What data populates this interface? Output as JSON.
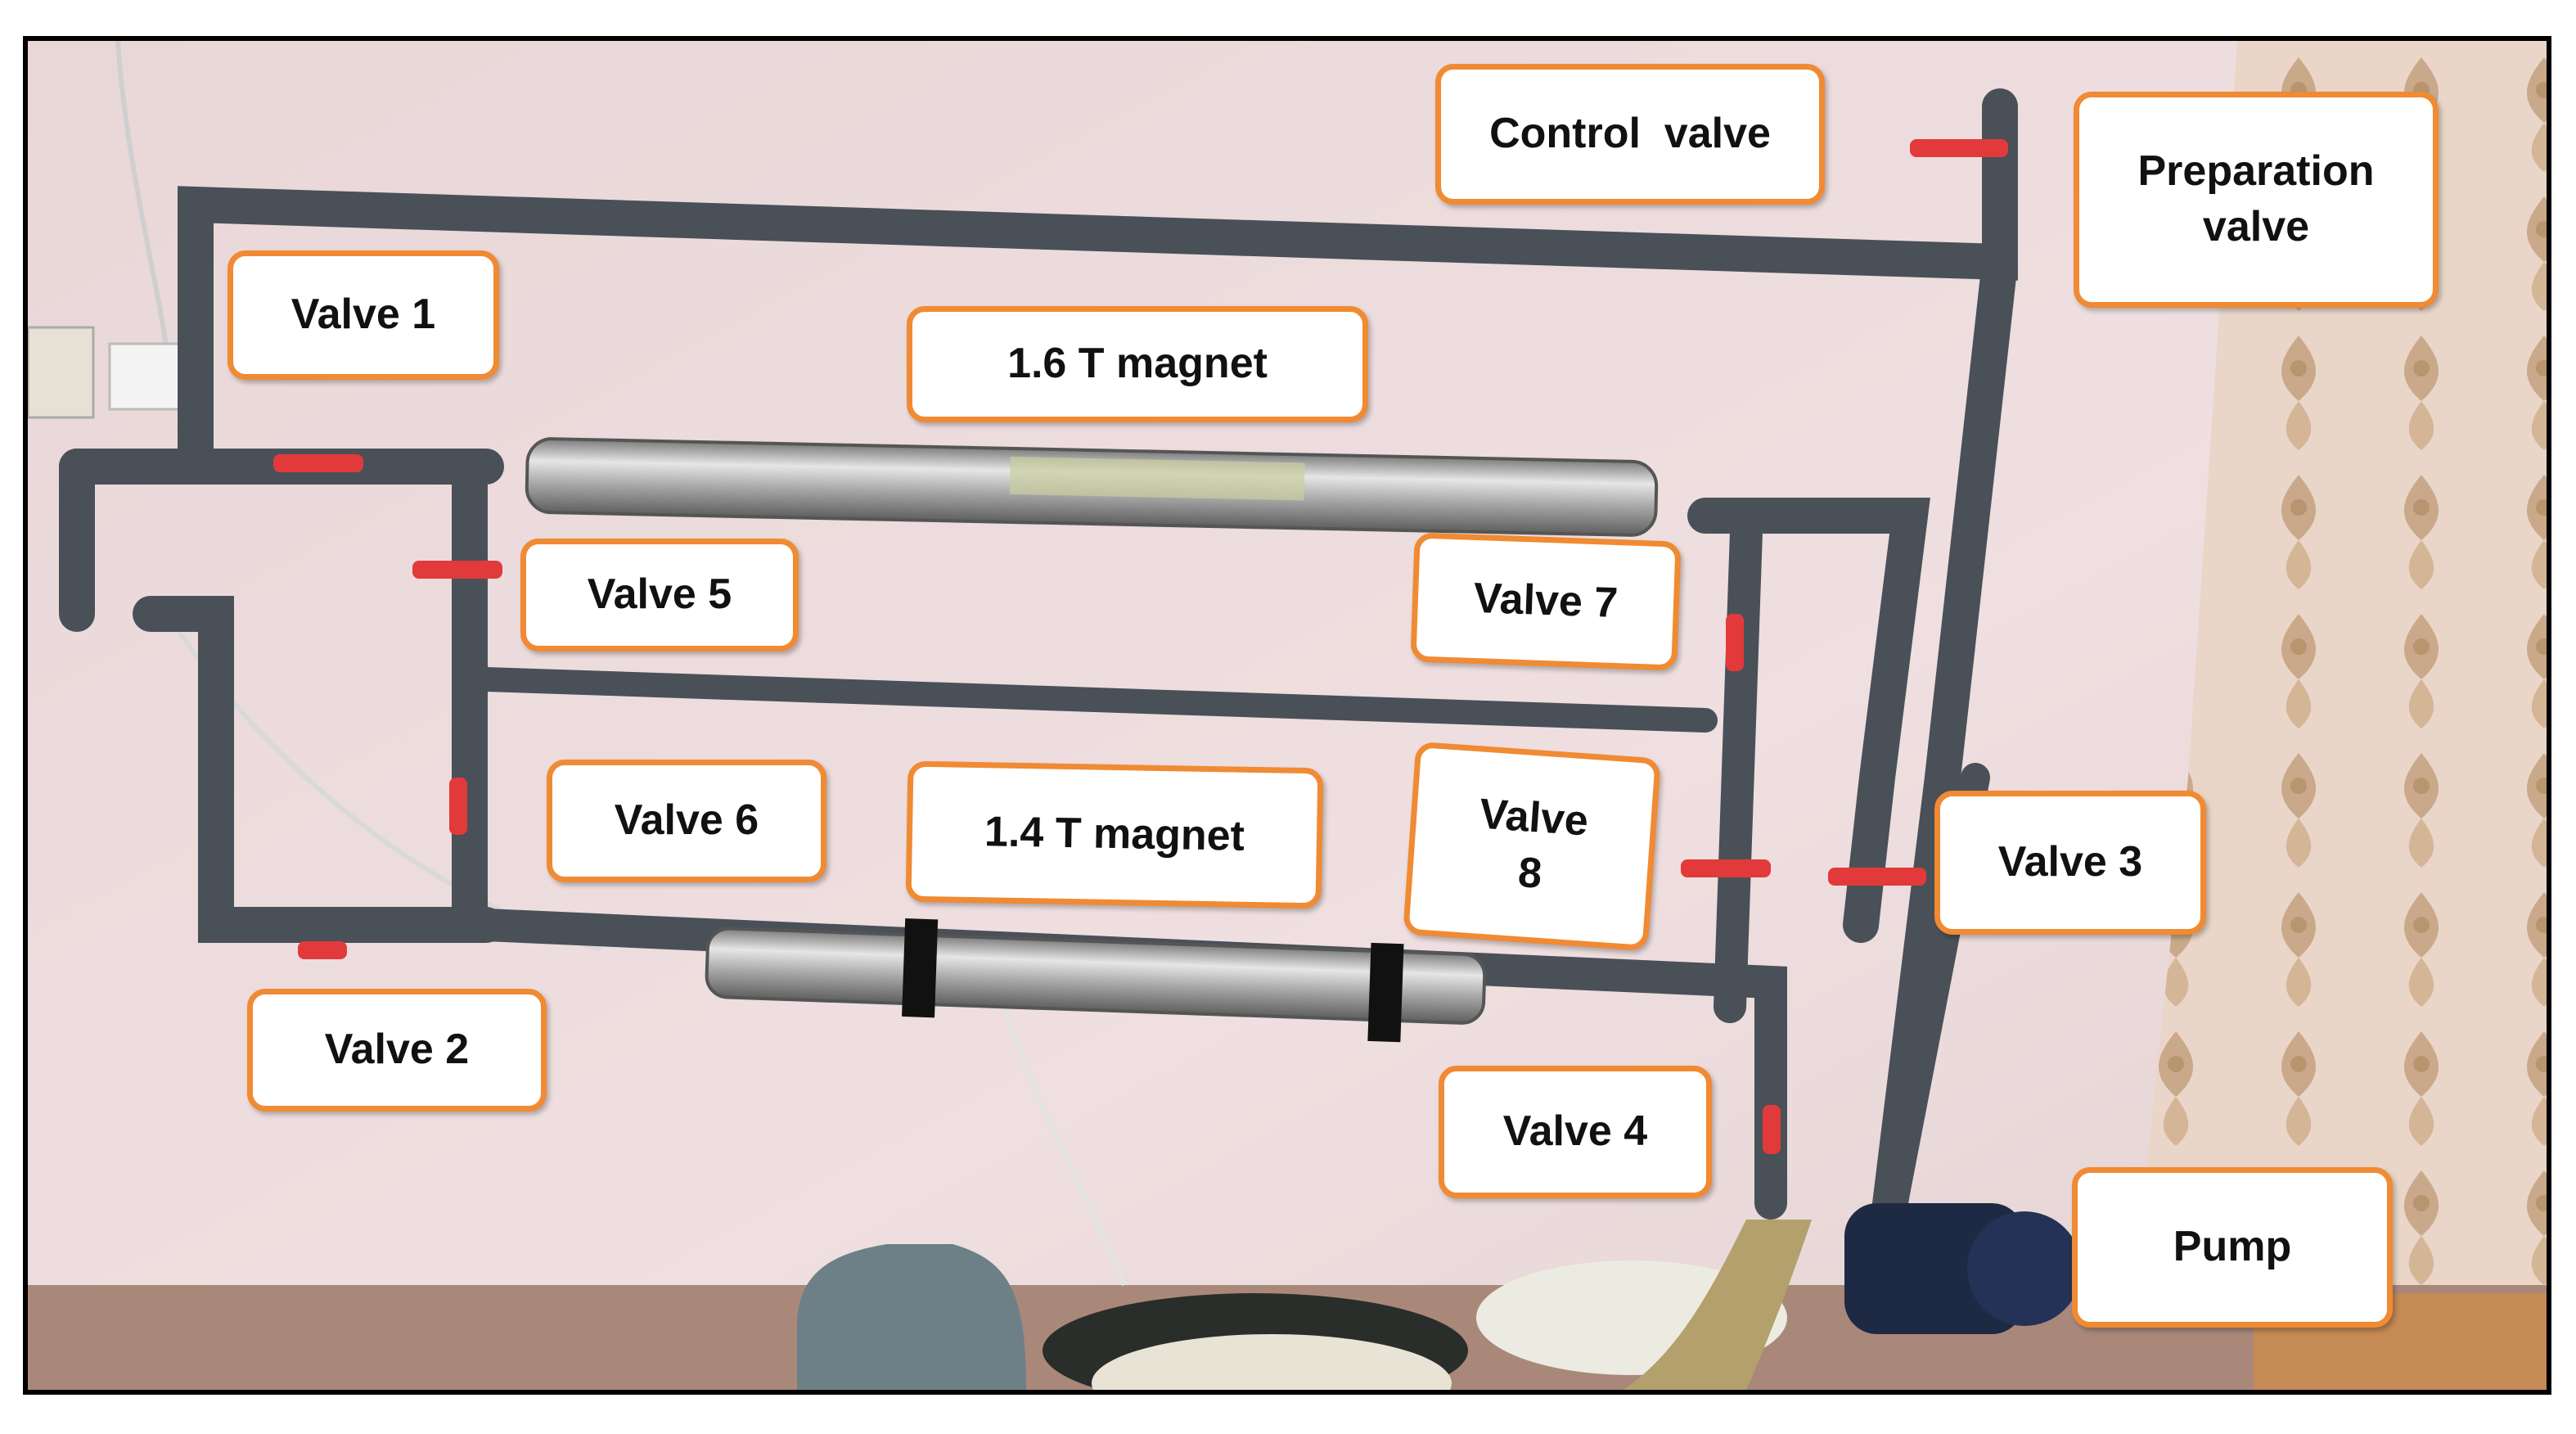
{
  "labels": {
    "control_valve": "Control  valve",
    "preparation_valve": "Preparation valve",
    "valve_1": "Valve 1",
    "valve_2": "Valve 2",
    "valve_3": "Valve 3",
    "valve_4": "Valve 4",
    "valve_5": "Valve 5",
    "valve_6": "Valve 6",
    "valve_7": "Valve 7",
    "valve_8": "Valve 8",
    "magnet_16": "1.6 T magnet",
    "magnet_14": "1.4 T magnet",
    "pump": "Pump"
  },
  "colors": {
    "callout_border": "#f08a33",
    "wall": "#eddcdd",
    "pipe": "#4a5058",
    "valve_handle": "#e23a3a",
    "magnet_body": "#b9b9b9"
  }
}
